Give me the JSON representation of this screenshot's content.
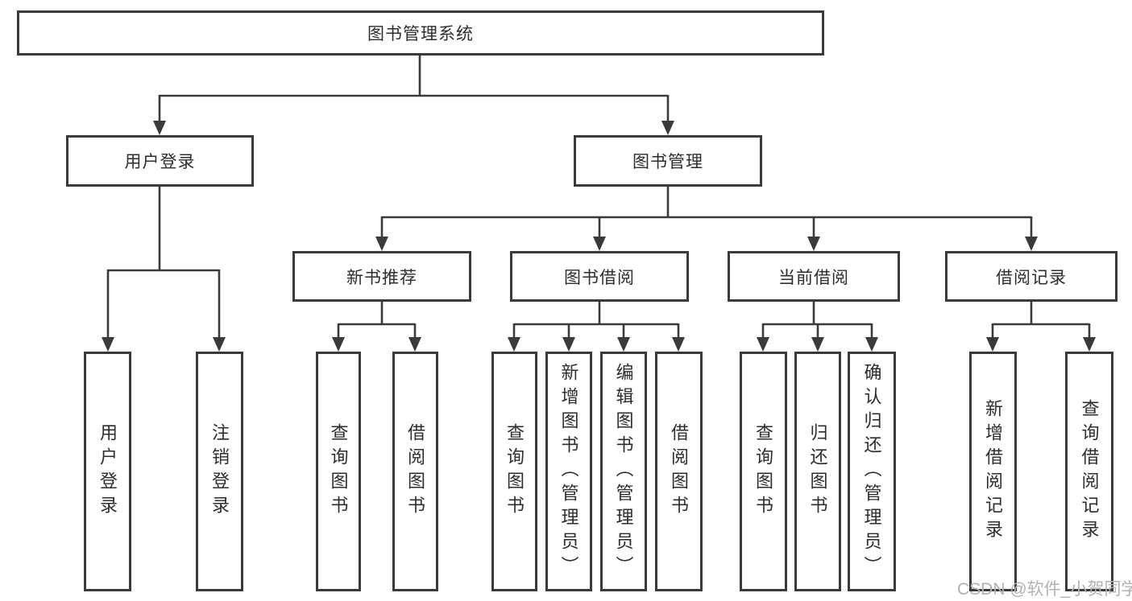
{
  "nodes": {
    "root": "图书管理系统",
    "user_login": "用户登录",
    "book_mgmt": "图书管理",
    "leaf_user_login": "用户登录",
    "leaf_logout": "注销登录",
    "new_book_rec": "新书推荐",
    "book_borrow": "图书借阅",
    "current_borrow": "当前借阅",
    "borrow_records": "借阅记录",
    "rec_query_book": "查询图书",
    "rec_borrow_book": "借阅图书",
    "bb_query_book": "查询图书",
    "bb_add_book": "新增图书（管理员）",
    "bb_edit_book": "编辑图书（管理员）",
    "bb_borrow_book": "借阅图书",
    "cb_query_book": "查询图书",
    "cb_return_book": "归还图书",
    "cb_confirm_return": "确认归还（管理员）",
    "br_add_record": "新增借阅记录",
    "br_query_record": "查询借阅记录"
  },
  "watermark": {
    "text": "CSDN @软件_小贺同学"
  },
  "colors": {
    "line": "#3a3a3a",
    "box_border": "#3a3a3a",
    "text": "#2d2d2d",
    "background": "#ffffff",
    "watermark": "#b2b2b2"
  }
}
